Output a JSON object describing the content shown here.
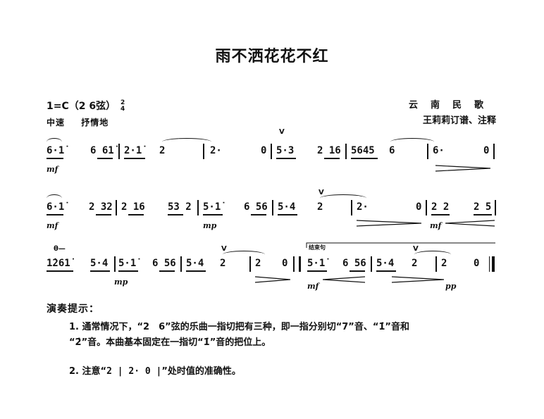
{
  "title": "雨不洒花花不红",
  "key": "1=C（2 6弦）",
  "time_sig": {
    "top": "2",
    "bottom": "4"
  },
  "tempo": "中速",
  "mood": "抒情地",
  "source": "云南民歌",
  "editor": "王莉莉订谱、注释",
  "lines": [
    {
      "notes": [
        "6·1̇",
        "6 61̇",
        "2·1̇",
        "2",
        "2·",
        "0",
        "5·3",
        "2 16",
        "5645",
        "6",
        "6·",
        "0"
      ],
      "dynamics": [
        "mf"
      ]
    },
    {
      "notes": [
        "6·1̇",
        "2 32",
        "2 16",
        "53 2",
        "5·1̇",
        "6 56",
        "5·4",
        "2",
        "2·",
        "0",
        "2 2",
        "2 5"
      ],
      "dynamics": [
        "mf",
        "mp",
        "mf"
      ]
    },
    {
      "notes": [
        "1̇261̇",
        "5·4",
        "5·1̇",
        "6 56",
        "5·4",
        "2",
        "2",
        "0",
        "5·1̇",
        "6 56",
        "5·4",
        "2",
        "2",
        "0"
      ],
      "dynamics": [
        "mp",
        "mf",
        "pp"
      ],
      "box_label": "结束句"
    }
  ],
  "tips": {
    "title": "演奏提示：",
    "item1_line1": "1. 通常情况下，“2　6”弦的乐曲一指切把有三种，即一指分别切“7”音、“1̇”音和",
    "item1_line2": "“2̇”音。本曲基本固定在一指切“1̇”音的把位上。",
    "item2_prefix": "2. 注意“",
    "item2_notation": "2 | 2· 0 |",
    "item2_suffix": "”处时值的准确性。"
  }
}
